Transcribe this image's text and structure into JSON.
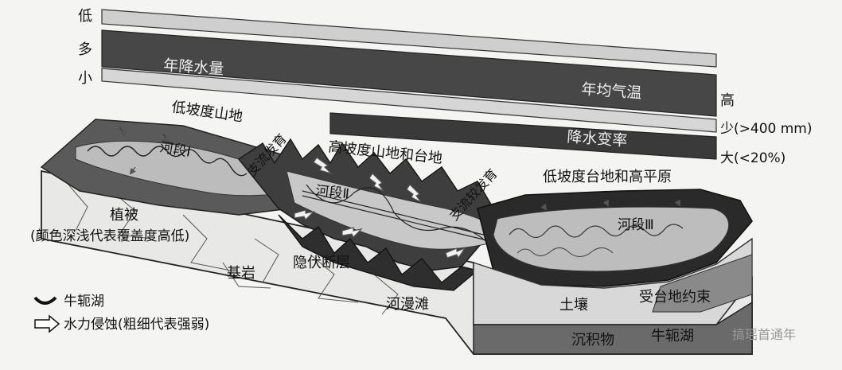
{
  "scale_labels": {
    "temp_low": "低",
    "precip_more": "多",
    "var_small": "小",
    "temp_high": "高",
    "precip_less": "少(>400 mm)",
    "var_large": "大(<20%)"
  },
  "bands": {
    "precipitation": "年降水量",
    "temperature": "年均气温",
    "variability": "降水变率"
  },
  "regions": {
    "low_slope_mountain": "低坡度山地",
    "high_slope_mountain": "高坡度山地和台地",
    "low_slope_plateau": "低坡度台地和高平原",
    "segment_1": "河段Ⅰ",
    "segment_2": "河段Ⅱ",
    "segment_3": "河段Ⅲ",
    "tributary_1": "支流发育",
    "tributary_2": "支流较发育"
  },
  "features": {
    "vegetation": "植被",
    "vegetation_note": "(颜色深浅代表覆盖度高低)",
    "bedrock": "基岩",
    "hidden_fault": "隐伏断层",
    "floodplain": "河漫滩",
    "soil": "土壤",
    "platform_constraint": "受台地约束",
    "sediment": "沉积物",
    "oxbow_lake": "牛轭湖"
  },
  "legend": {
    "oxbow_lake": "牛轭湖",
    "erosion": "水力侵蚀(粗细代表强弱)"
  },
  "watermark": "搞瑶首通年"
}
